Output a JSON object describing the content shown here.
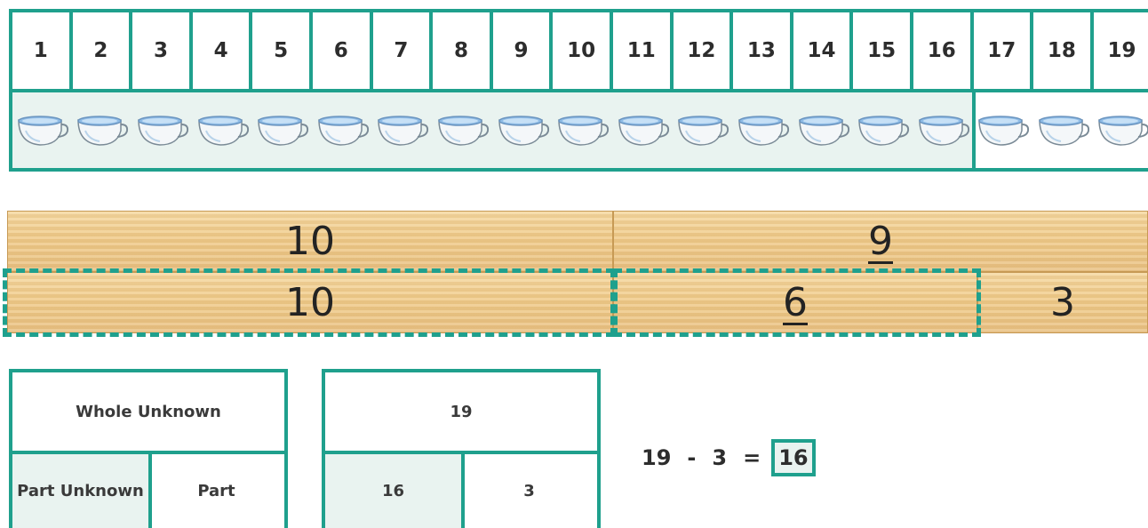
{
  "track": {
    "numbers": [
      "1",
      "2",
      "3",
      "4",
      "5",
      "6",
      "7",
      "8",
      "9",
      "10",
      "11",
      "12",
      "13",
      "14",
      "15",
      "16",
      "17",
      "18",
      "19"
    ],
    "cups": 19,
    "shaded_cups": 16,
    "colors": {
      "border": "#1fa08d",
      "shade": "#e9f3f0"
    }
  },
  "bars": {
    "top_left": "10",
    "top_right": "9",
    "bottom_left": "10",
    "bottom_mid": "6",
    "bottom_right": "3"
  },
  "template_table": {
    "whole": "Whole Unknown",
    "part_left": "Part Unknown",
    "part_right": "Part"
  },
  "filled_table": {
    "whole": "19",
    "part_left": "16",
    "part_right": "3"
  },
  "equation": {
    "a": "19",
    "op": "-",
    "b": "3",
    "eq": "=",
    "result": "16"
  }
}
